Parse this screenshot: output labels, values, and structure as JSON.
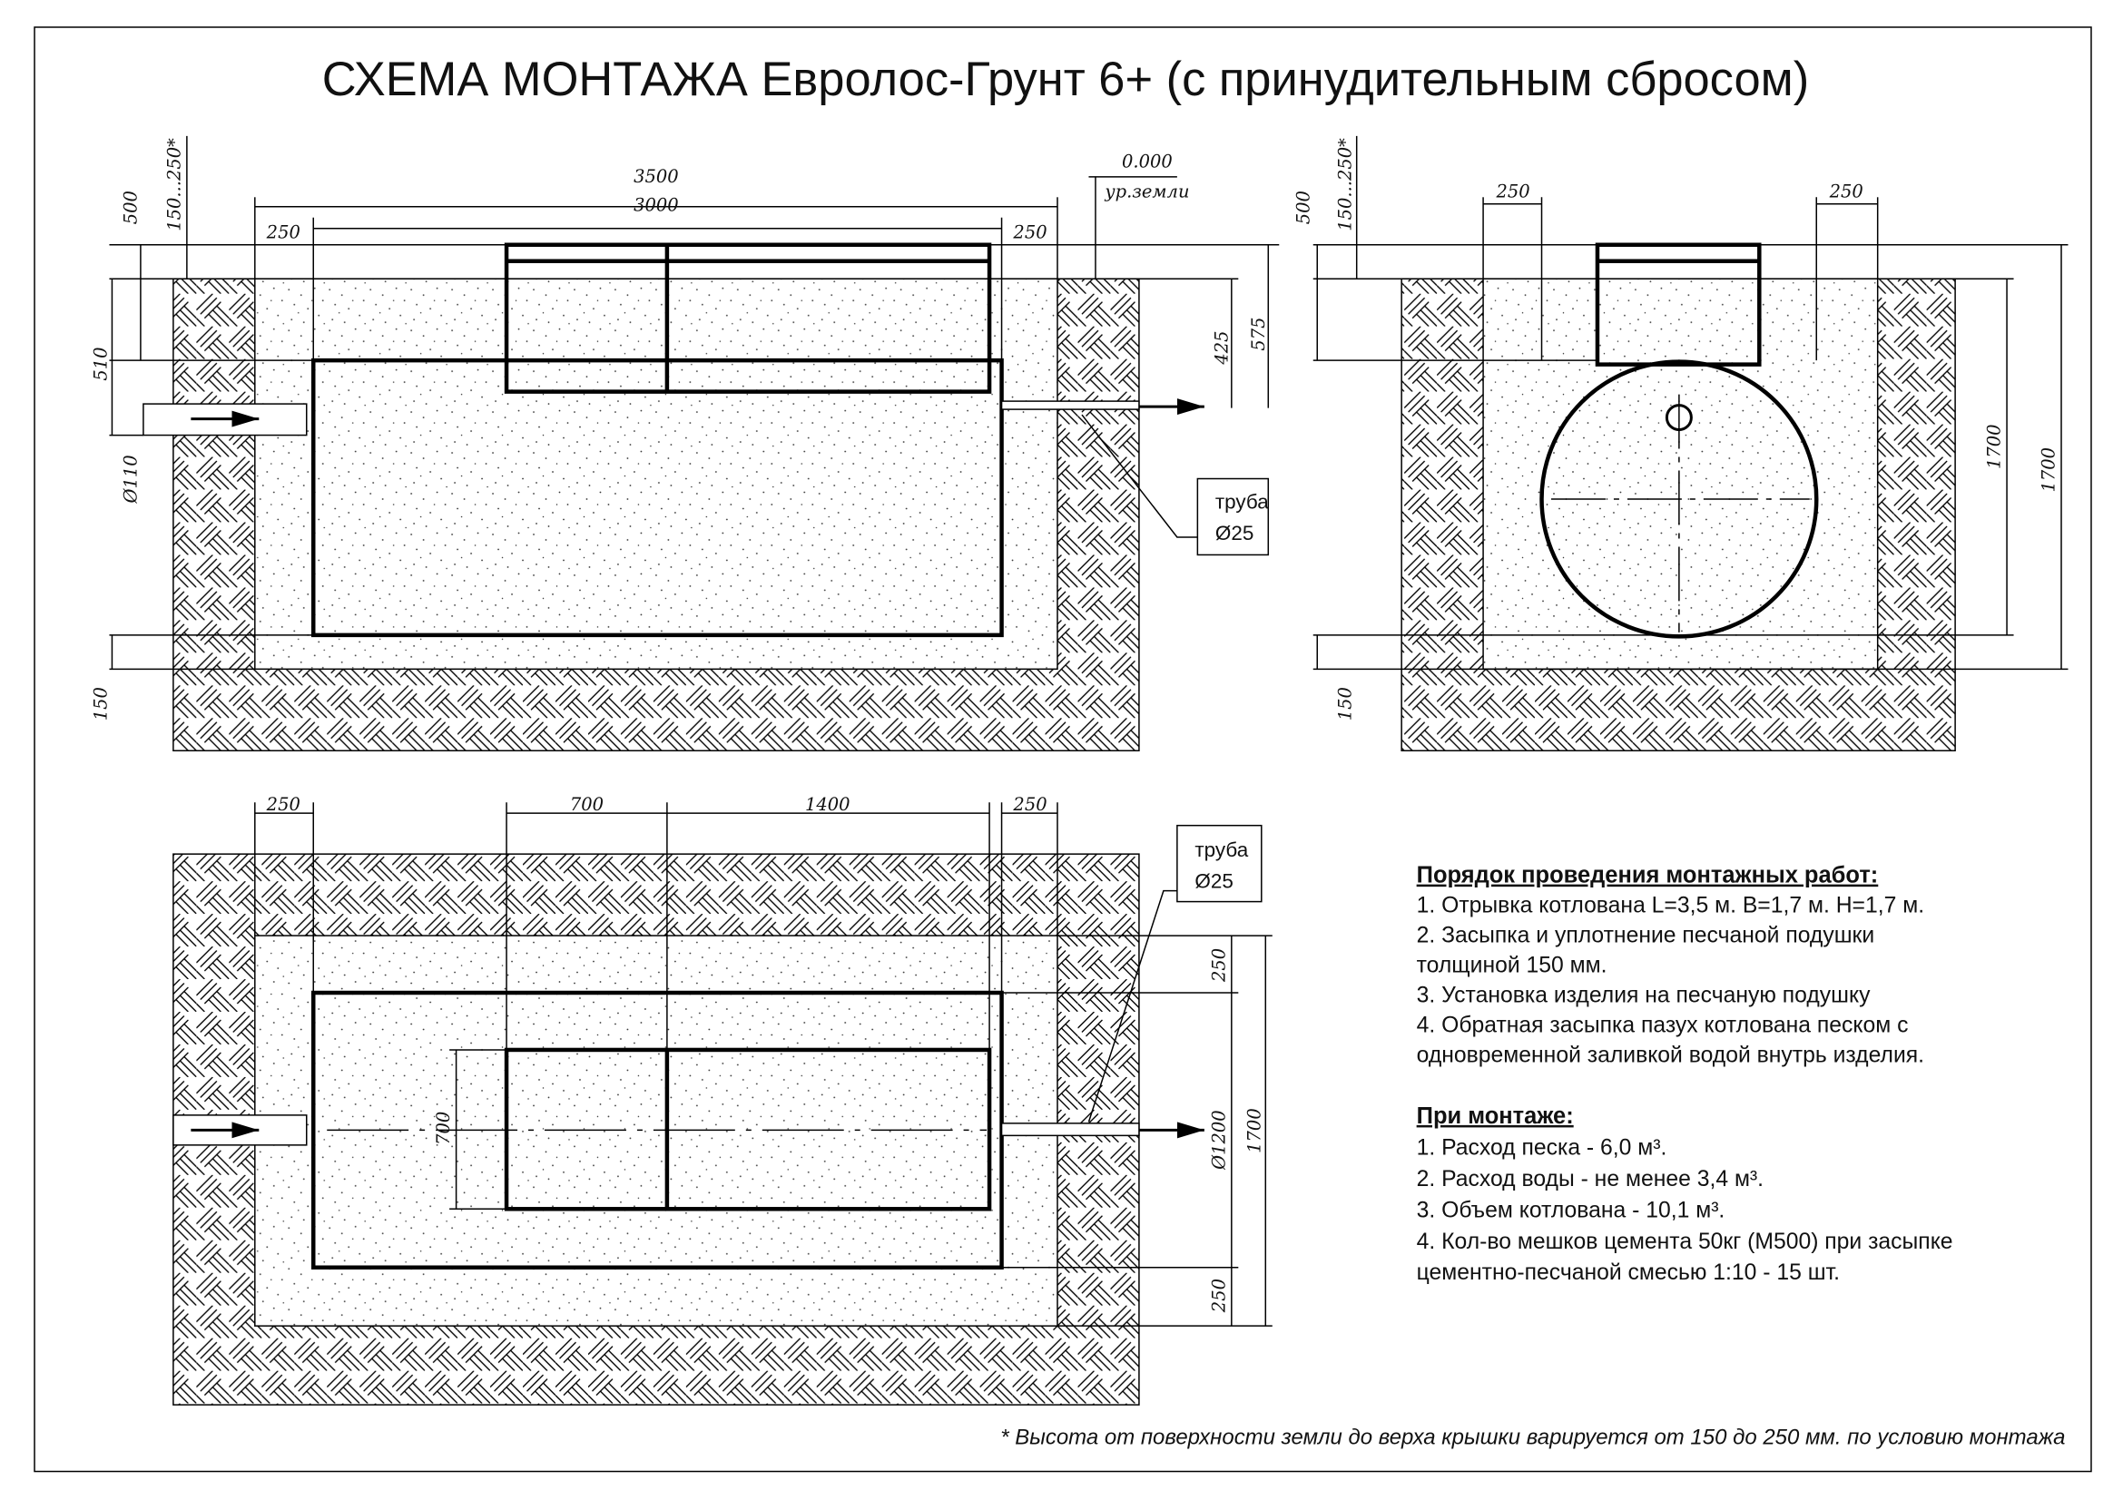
{
  "title": "СХЕМА МОНТАЖА Евролос-Грунт 6+ (с принудительным сбросом)",
  "front_view": {
    "dims": {
      "total_length": "3500",
      "tank_length": "3000",
      "left_gap": "250",
      "right_gap": "250",
      "lid_height": "500",
      "cover_range": "150...250*",
      "inlet_depth": "510",
      "outlet_depth_1": "425",
      "outlet_depth_2": "575",
      "inlet_diameter": "Ø110",
      "bed": "150"
    },
    "ground_level_value": "0.000",
    "ground_level_label": "ур.земли",
    "pipe_label_1": "труба",
    "pipe_label_2": "Ø25"
  },
  "side_view": {
    "dims": {
      "left_gap": "250",
      "right_gap": "250",
      "lid_height": "500",
      "cover_range": "150...250*",
      "height_1": "1700",
      "height_2": "1700",
      "bed": "150"
    }
  },
  "plan_view": {
    "dims": {
      "left_gap": "250",
      "right_gap": "250",
      "lid_part_1": "700",
      "lid_part_2": "1400",
      "lid_width": "700",
      "top_gap": "250",
      "bottom_gap": "250",
      "diameter": "Ø1200",
      "pit_width": "1700"
    },
    "pipe_label_1": "труба",
    "pipe_label_2": "Ø25"
  },
  "notes": {
    "procedure_heading": "Порядок проведения монтажных работ:",
    "procedure": [
      "1. Отрывка котлована L=3,5 м. B=1,7 м. H=1,7 м.",
      "2. Засыпка и уплотнение песчаной подушки",
      "толщиной 150 мм.",
      "3. Установка изделия на песчаную подушку",
      "4. Обратная засыпка пазух котлована песком с",
      "одновременной заливкой водой внутрь изделия."
    ],
    "install_heading": "При монтаже:",
    "install": [
      "1. Расход песка - 6,0 м³.",
      "2. Расход воды - не менее 3,4 м³.",
      "3. Объем котлована - 10,1 м³.",
      "4. Кол-во мешков цемента 50кг (М500) при засыпке",
      "цементно-песчаной смесью 1:10 - 15 шт."
    ]
  },
  "footnote": "* Высота от поверхности земли до верха крышки варируется от 150 до 250 мм. по условию монтажа"
}
